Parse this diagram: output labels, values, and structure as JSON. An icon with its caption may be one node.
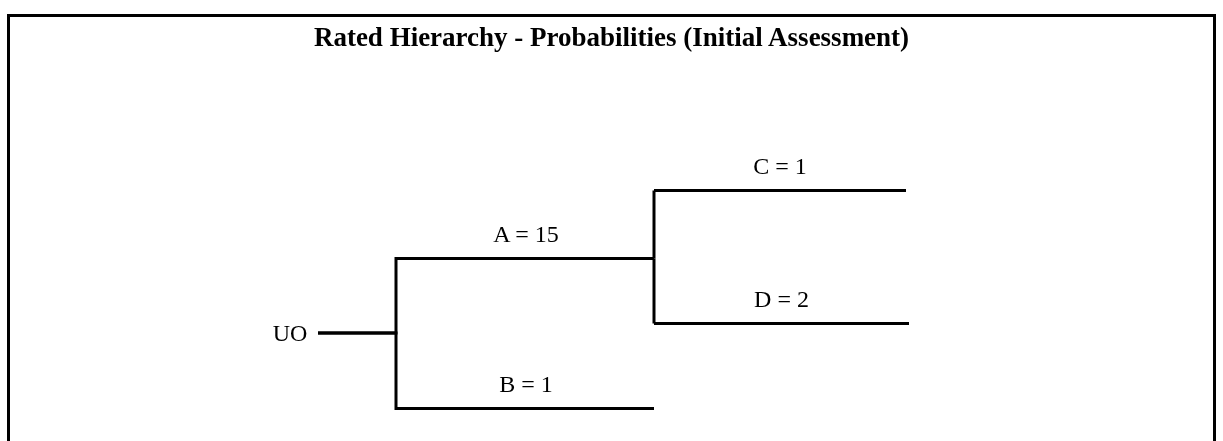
{
  "diagram": {
    "title": "Rated Hierarchy - Probabilities (Initial Assessment)",
    "nodes": [
      {
        "text": [
          "UO"
        ]
      },
      {
        "text": [
          "A = 15"
        ]
      },
      {
        "text": [
          "B = 1"
        ]
      },
      {
        "text": [
          "C = 1"
        ]
      },
      {
        "text": [
          "D = 2"
        ]
      }
    ],
    "edges": [
      {
        "from": 0,
        "to": 1,
        "arrow": "none"
      },
      {
        "from": 0,
        "to": 2,
        "arrow": "none"
      },
      {
        "from": 1,
        "to": 3,
        "arrow": "none"
      },
      {
        "from": 1,
        "to": 4,
        "arrow": "none"
      }
    ]
  }
}
